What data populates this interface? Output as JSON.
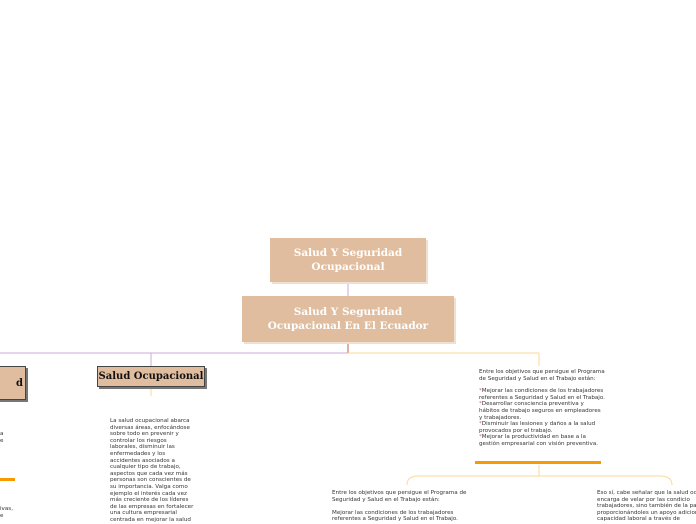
{
  "root": {
    "title": "Salud Y Seguridad Ocupacional"
  },
  "main": {
    "title": "Salud Y Seguridad Ocupacional En El Ecuador"
  },
  "branches": [
    {
      "title": "d",
      "snippets": [
        "a",
        "e",
        "ivas,",
        "e"
      ]
    },
    {
      "title": "Salud Ocupacional",
      "text": "La salud ocupacional abarca diversas áreas, enfocándose sobre todo en prevenir y controlar los riesgos laborales, disminuir las enfermedades y los accidentes asociados a cualquier tipo de trabajo, aspectos que cada vez más personas son conscientes de su importancia. Valga como ejemplo el interés cada vez más creciente de los líderes de las empresas en fortalecer una cultura empresarial centrada en mejorar la salud"
    },
    {
      "intro": "Entre los objetivos que persigue el Programa de Seguridad y Salud en el Trabajo están:",
      "items": [
        "Mejorar las condiciones de los trabajadores referentes a Seguridad y Salud en el Trabajo.",
        "Desarrollar consciencia preventiva y hábitos de trabajo seguros en empleadores y trabajadores.",
        "Disminuir las lesiones y daños a la salud provocados por el trabajo.",
        "Mejorar la productividad en base a la gestión empresarial con visión preventiva."
      ],
      "bullet": "*"
    }
  ],
  "sub": [
    {
      "text": "Entre los objetivos que persigue el Programa de Seguridad y Salud en el Trabajo están:\n\nMejorar las condiciones de los trabajadores referentes a Seguridad y Salud en el Trabajo."
    },
    {
      "text": "Eso sí, cabe señalar que la salud oc se encarga de velar por las condicio trabajadores, sino también de la pa proporcionándoles un apoyo adicion en su capacidad laboral a través de"
    }
  ],
  "colors": {
    "node": "#e0bd9f",
    "purple": "#c9a8d8",
    "orange": "#f59a00",
    "lightOrange": "#fbd79a"
  }
}
